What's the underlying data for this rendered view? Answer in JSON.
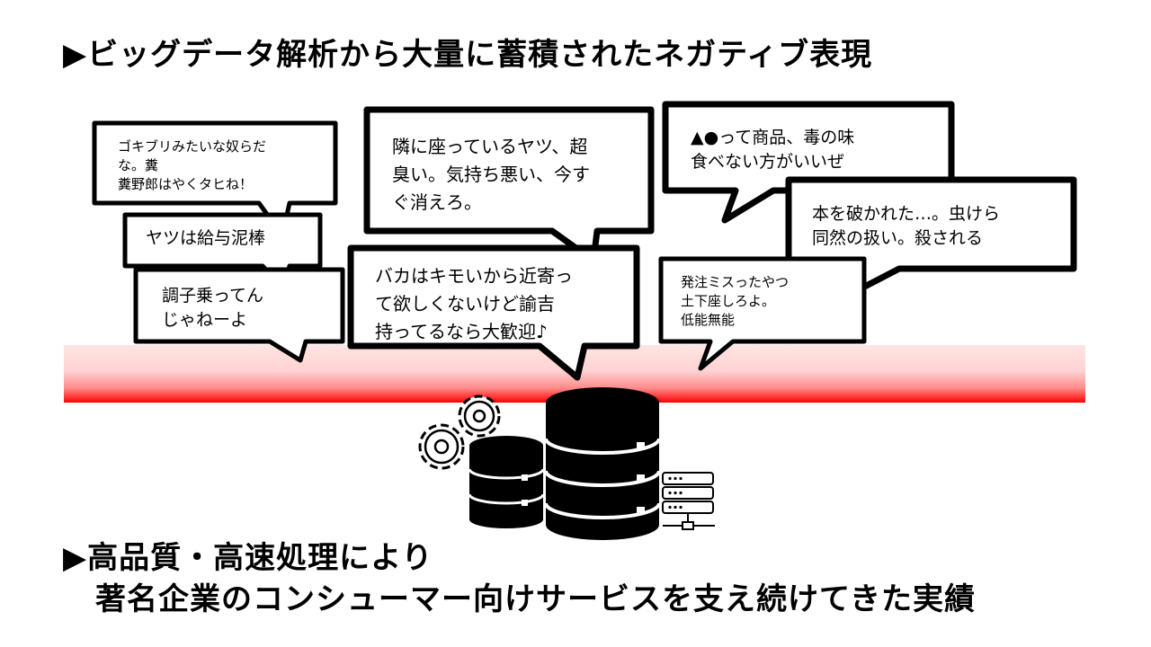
{
  "headings": {
    "top": "▶ビッグデータ解析から大量に蓄積されたネガティブ表現",
    "bottom_line1": "▶高品質・高速処理により",
    "bottom_line2": "著名企業のコンシューマー向けサービスを支え続けてきた実績"
  },
  "bubbles": {
    "b1": "ゴキブリみたいな奴らだ\nな。糞\n糞野郎はやくタヒね！",
    "b2": "ヤツは給与泥棒",
    "b3": "調子乗ってん\nじゃねーよ",
    "b4": "隣に座っているヤツ、超\n臭い。気持ち悪い、今す\nぐ消えろ。",
    "b5": "バカはキモいから近寄っ\nて欲しくないけど諭吉\n持ってるなら大歓迎♪",
    "b6": "▲●って商品、毒の味\n食べない方がいいぜ",
    "b7": "本を破かれた…。虫けら\n同然の扱い。殺される",
    "b8": "発注ミスったやつ\n土下座しろよ。\n低能無能"
  },
  "colors": {
    "band_top": "#ffe3e3",
    "band_bottom": "#ff0000",
    "ink": "#000000"
  },
  "icons": [
    "gear-icon",
    "database-icon",
    "server-rack-icon"
  ]
}
